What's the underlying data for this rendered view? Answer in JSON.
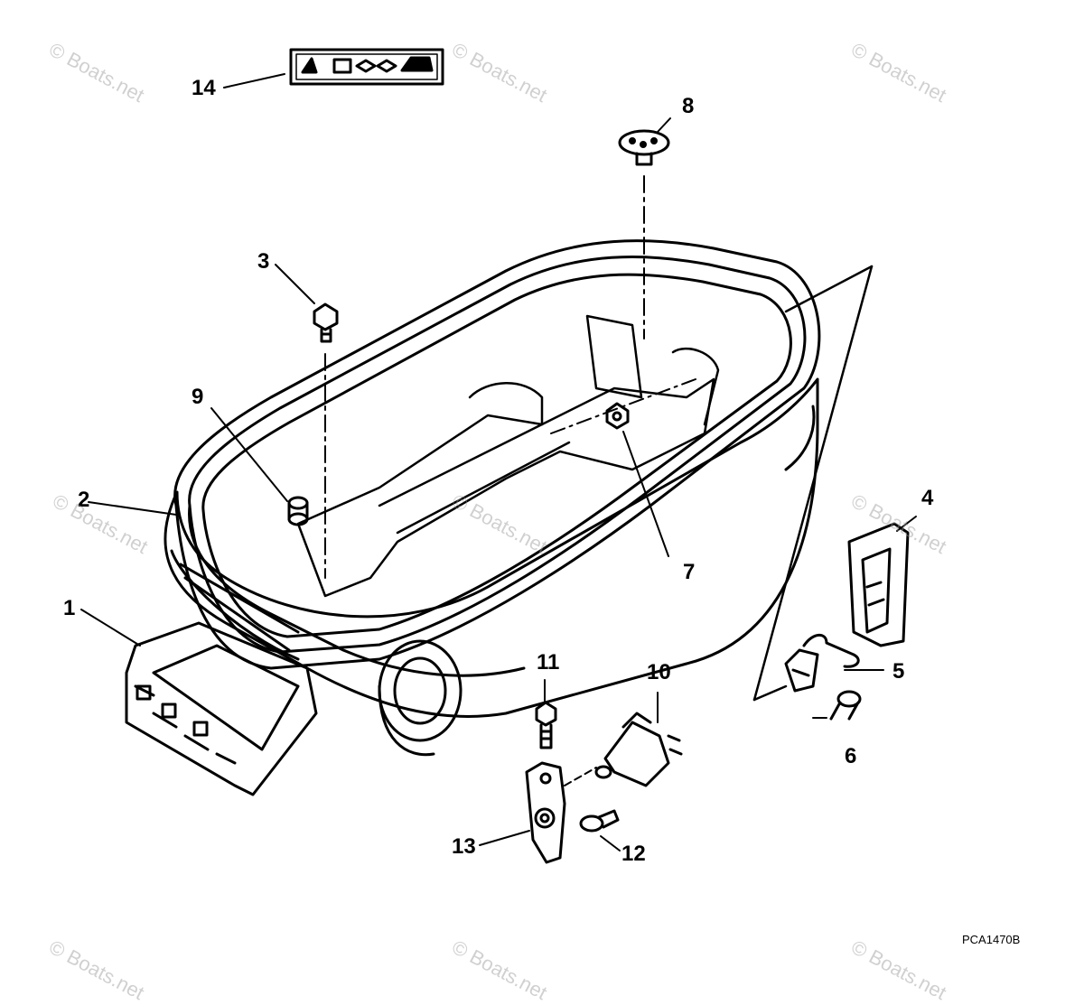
{
  "diagram": {
    "callouts": [
      {
        "id": "1",
        "label": "1"
      },
      {
        "id": "2",
        "label": "2"
      },
      {
        "id": "3",
        "label": "3"
      },
      {
        "id": "4",
        "label": "4"
      },
      {
        "id": "5",
        "label": "5"
      },
      {
        "id": "6",
        "label": "6"
      },
      {
        "id": "7",
        "label": "7"
      },
      {
        "id": "8",
        "label": "8"
      },
      {
        "id": "9",
        "label": "9"
      },
      {
        "id": "10",
        "label": "10"
      },
      {
        "id": "11",
        "label": "11"
      },
      {
        "id": "12",
        "label": "12"
      },
      {
        "id": "13",
        "label": "13"
      },
      {
        "id": "14",
        "label": "14"
      }
    ],
    "drawing_code": "PCA1470B",
    "watermark": "© Boats.net"
  }
}
